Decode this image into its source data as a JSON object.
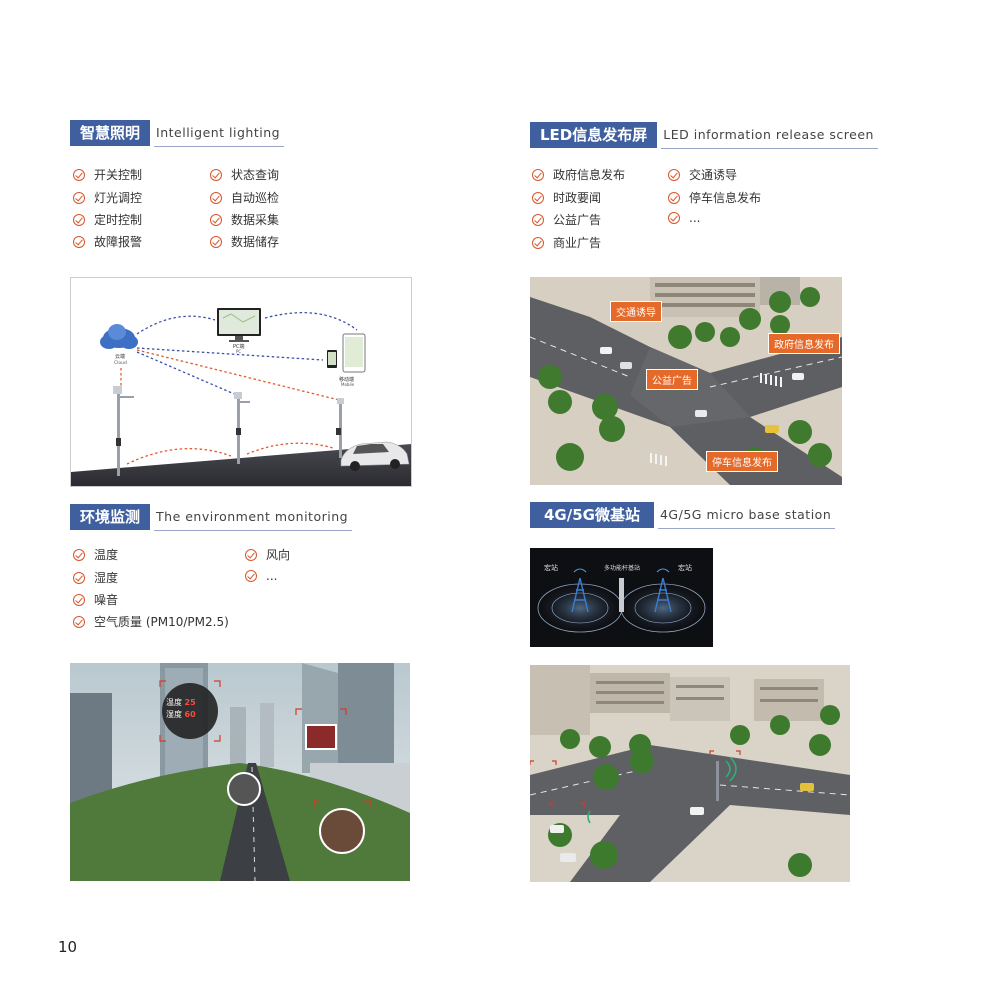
{
  "sections": {
    "lighting": {
      "title": "智慧照明",
      "subtitle": "Intelligent lighting",
      "items": [
        "开关控制",
        "状态查询",
        "灯光调控",
        "自动巡检",
        "定时控制",
        "数据采集",
        "故障报警",
        "数据储存"
      ]
    },
    "led": {
      "title": "LED信息发布屏",
      "subtitle": "LED information release screen",
      "items": [
        "政府信息发布",
        "交通诱导",
        "时政要闻",
        "停车信息发布",
        "公益广告",
        "...",
        "商业广告"
      ]
    },
    "env": {
      "title": "环境监测",
      "subtitle": "The environment monitoring",
      "items": [
        "温度",
        "风向",
        "湿度",
        "...",
        "噪音",
        "空气质量 (PM10/PM2.5)"
      ]
    },
    "station": {
      "title": "4G/5G微基站",
      "subtitle": "4G/5G micro base station"
    }
  },
  "diagram": {
    "cloud_label": "云端",
    "cloud_en": "Cloud",
    "pc_label": "PC端",
    "pc_en": "PC",
    "mobile_label": "移动端",
    "mobile_en": "Mobile"
  },
  "led_callouts": [
    "交通诱导",
    "政府信息发布",
    "公益广告",
    "停车信息发布"
  ],
  "env_readings": {
    "temp_label": "温度",
    "temp_value": "25",
    "hum_label": "湿度",
    "hum_value": "60"
  },
  "station_diagram": {
    "left_label": "宏站",
    "center_label": "多功能杆基站",
    "right_label": "宏站"
  },
  "page_number": "10",
  "colors": {
    "accent_blue": "#3f5f9f",
    "check_orange": "#d9552b",
    "callout_orange": "#e56a2a"
  }
}
